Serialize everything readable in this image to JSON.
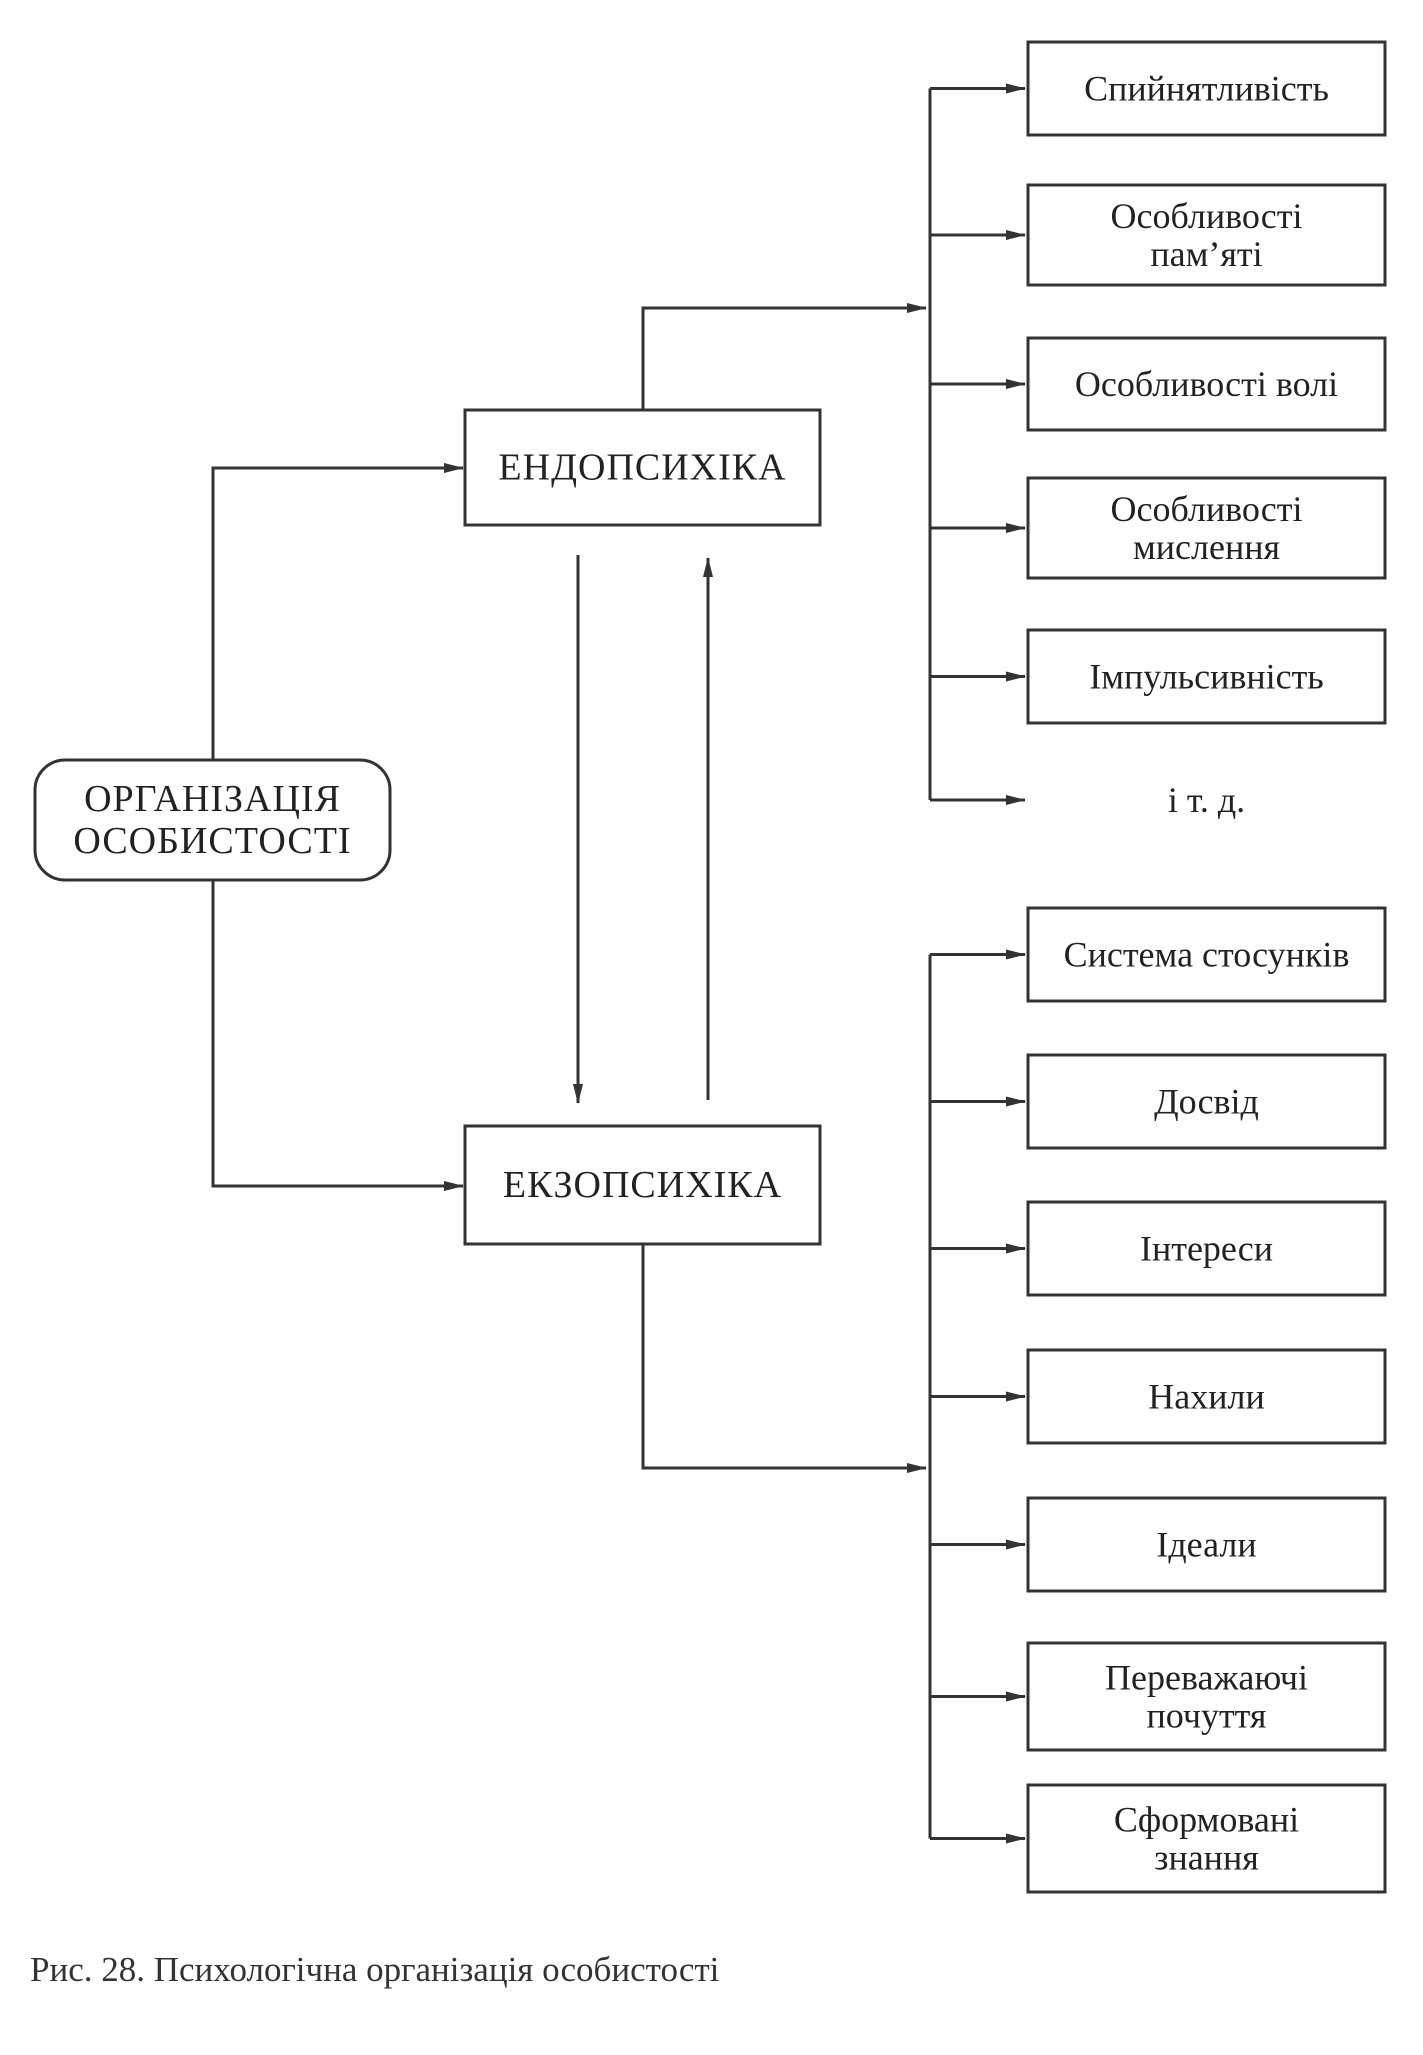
{
  "root": {
    "lines": [
      "ОРГАНІЗАЦІЯ",
      "ОСОБИСТОСТІ"
    ]
  },
  "endo": {
    "label": "ЕНДОПСИХІКА",
    "items": [
      [
        "Спийнятливість"
      ],
      [
        "Особливості",
        "пам’яті"
      ],
      [
        "Особливості волі"
      ],
      [
        "Особливості",
        "мислення"
      ],
      [
        "Імпульсивність"
      ],
      [
        "і т. д."
      ]
    ]
  },
  "exo": {
    "label": "ЕКЗОПСИХІКА",
    "items": [
      [
        "Система стосунків"
      ],
      [
        "Досвід"
      ],
      [
        "Інтереси"
      ],
      [
        "Нахили"
      ],
      [
        "Ідеали"
      ],
      [
        "Переважаючі",
        "почуття"
      ],
      [
        "Сформовані",
        "знання"
      ]
    ]
  },
  "caption": "Рис. 28. Психологічна організація особистості"
}
